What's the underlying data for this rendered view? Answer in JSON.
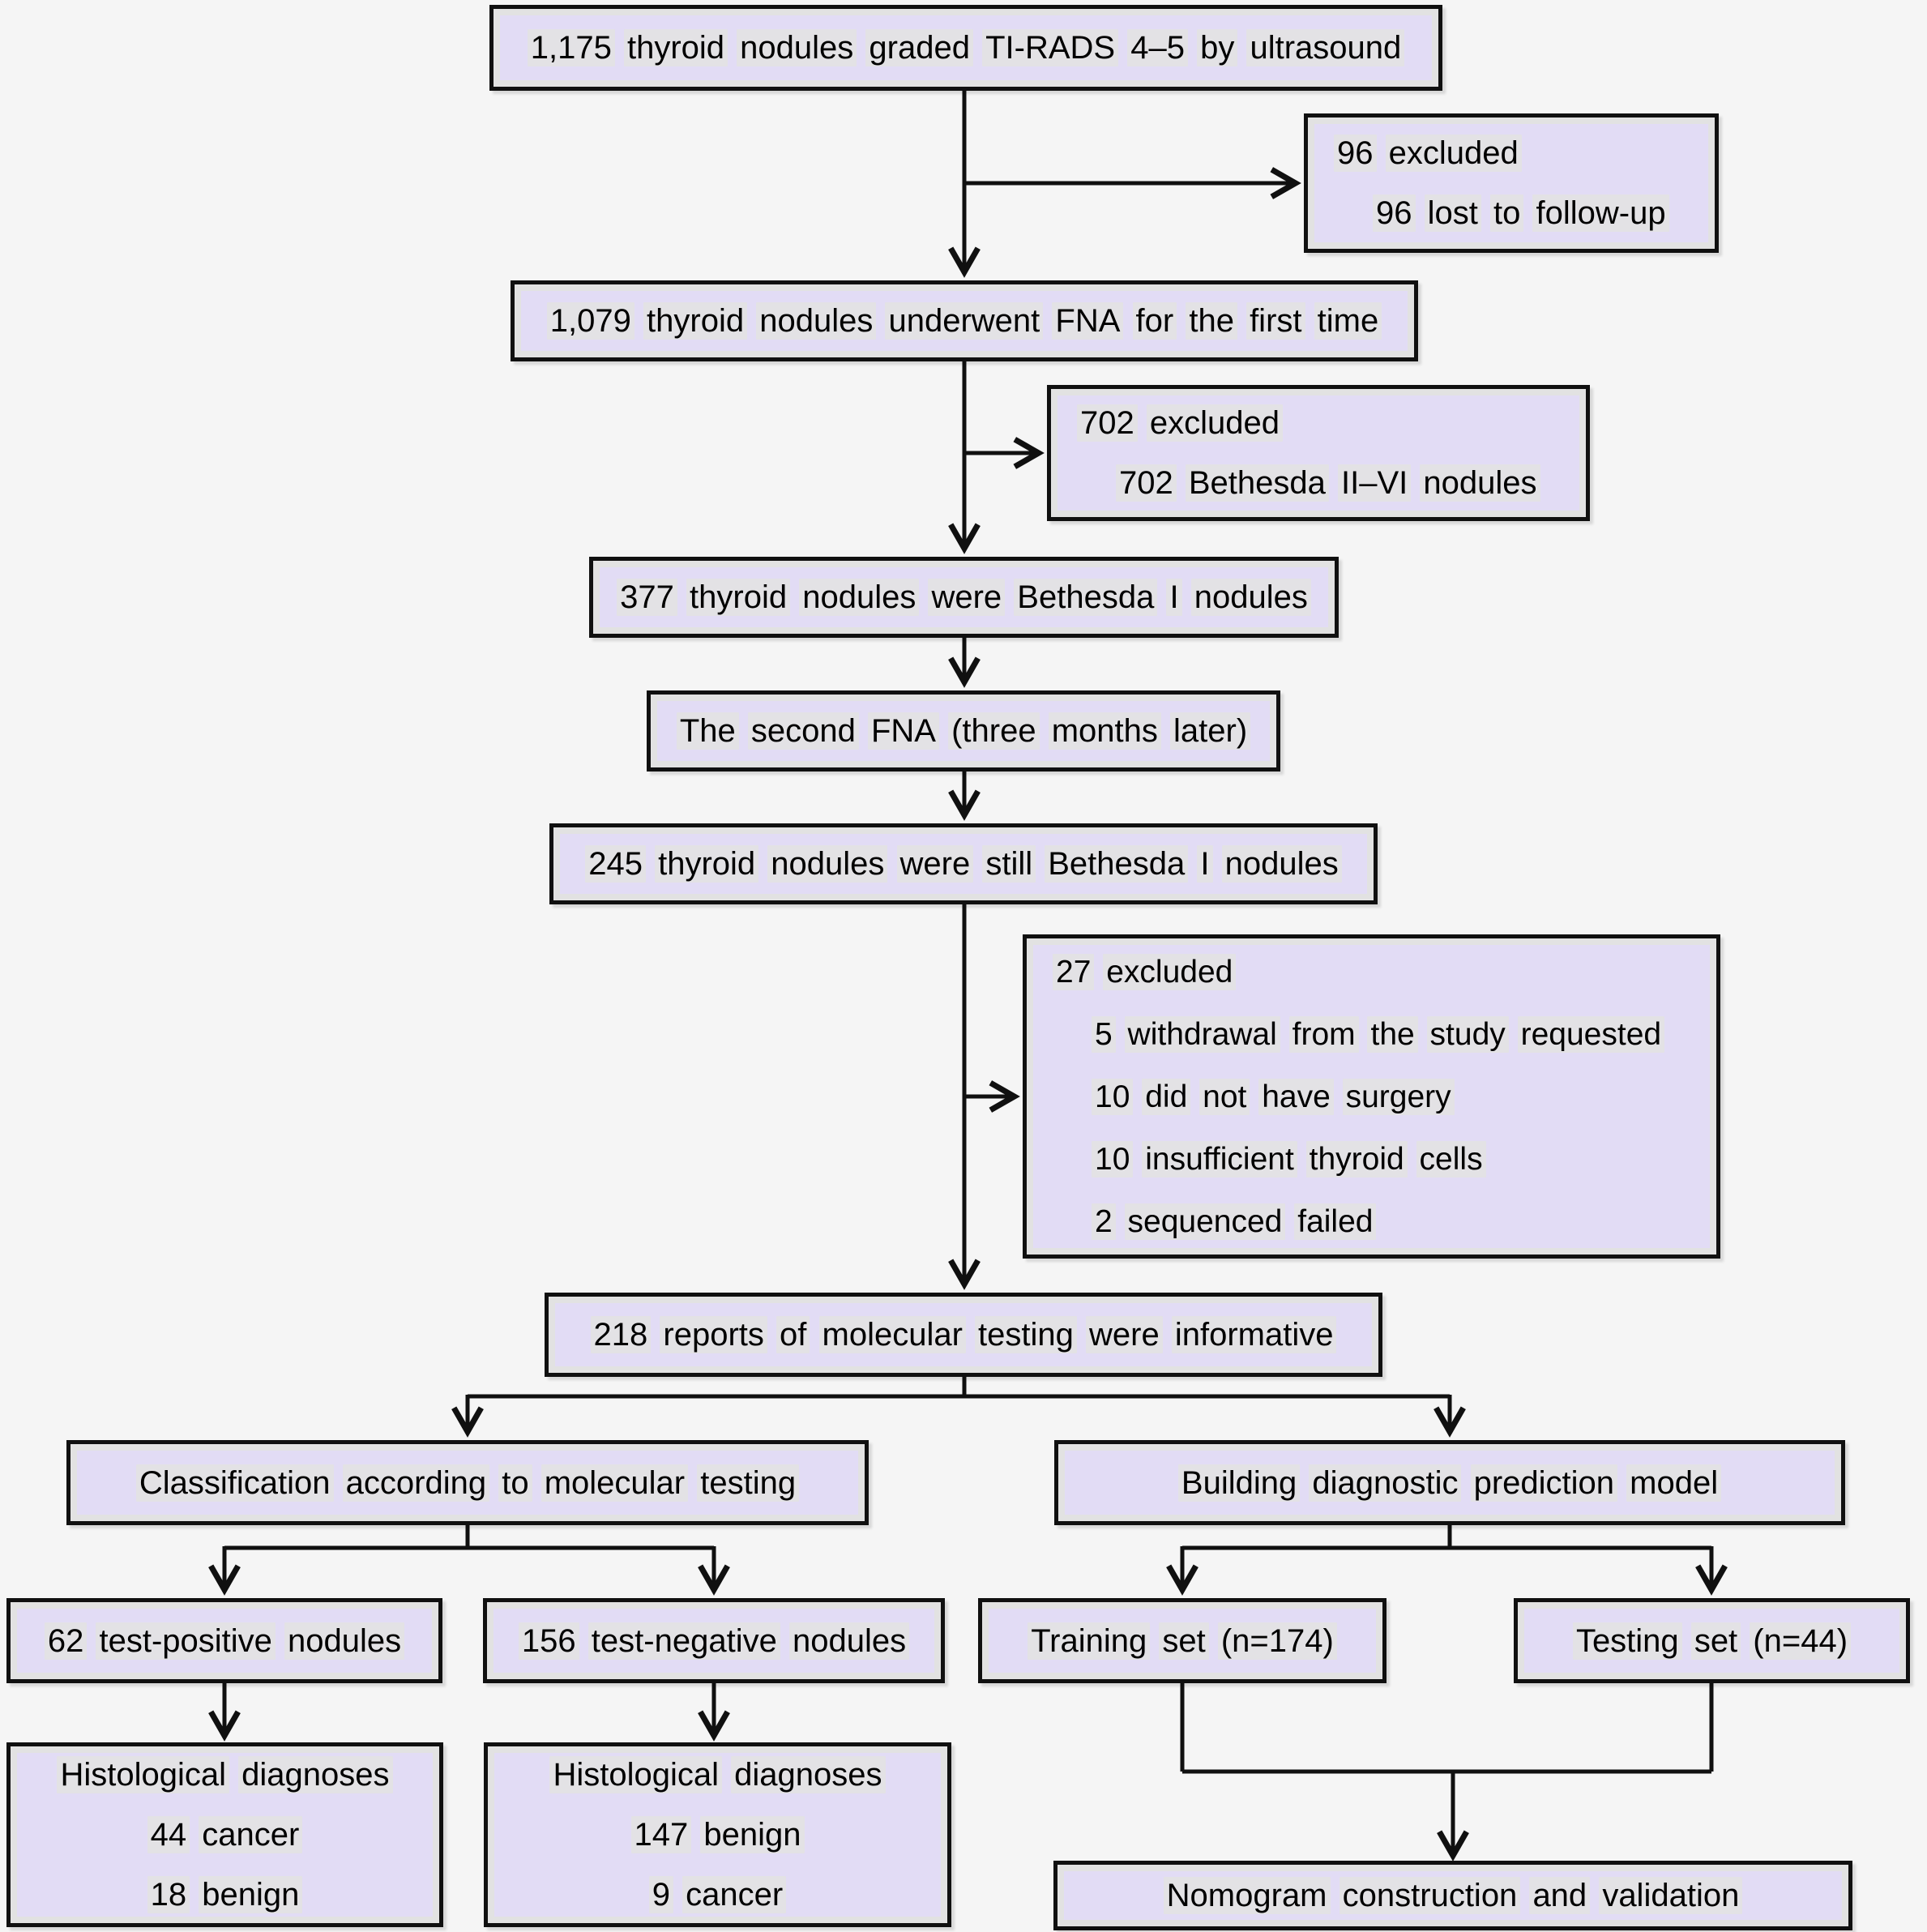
{
  "figure": {
    "background": "#f5f5f5",
    "box_fill": "#e2dcf5",
    "box_border": "#101010",
    "word_highlight": "#e3e3e3"
  },
  "boxes": {
    "initial": "1,175 thyroid nodules graded TI-RADS 4–5 by ultrasound",
    "excluded_followup": [
      "96 excluded",
      "96 lost to follow-up"
    ],
    "first_fna": "1,079 thyroid nodules underwent FNA for the first time",
    "excluded_bethesda": [
      "702 excluded",
      "702 Bethesda II–VI nodules"
    ],
    "bethesda_one": "377 thyroid nodules were Bethesda I nodules",
    "second_fna": "The second FNA (three months later)",
    "still_bethesda_one": "245 thyroid nodules were still Bethesda I nodules",
    "excluded_27": [
      "27 excluded",
      "5 withdrawal from the study requested",
      "10 did not have surgery",
      "10 insufficient thyroid cells",
      "2 sequenced failed"
    ],
    "informative": "218 reports of molecular testing were informative",
    "classification": "Classification according to molecular testing",
    "building_model": "Building diagnostic prediction model",
    "test_positive": "62 test-positive nodules",
    "test_negative": "156 test-negative nodules",
    "training_set": "Training set (n=174)",
    "testing_set": "Testing set (n=44)",
    "hist_positive": [
      "Histological diagnoses",
      "44 cancer",
      "18 benign"
    ],
    "hist_negative": [
      "Histological diagnoses",
      "147 benign",
      "9 cancer"
    ],
    "nomogram": "Nomogram construction and validation"
  }
}
